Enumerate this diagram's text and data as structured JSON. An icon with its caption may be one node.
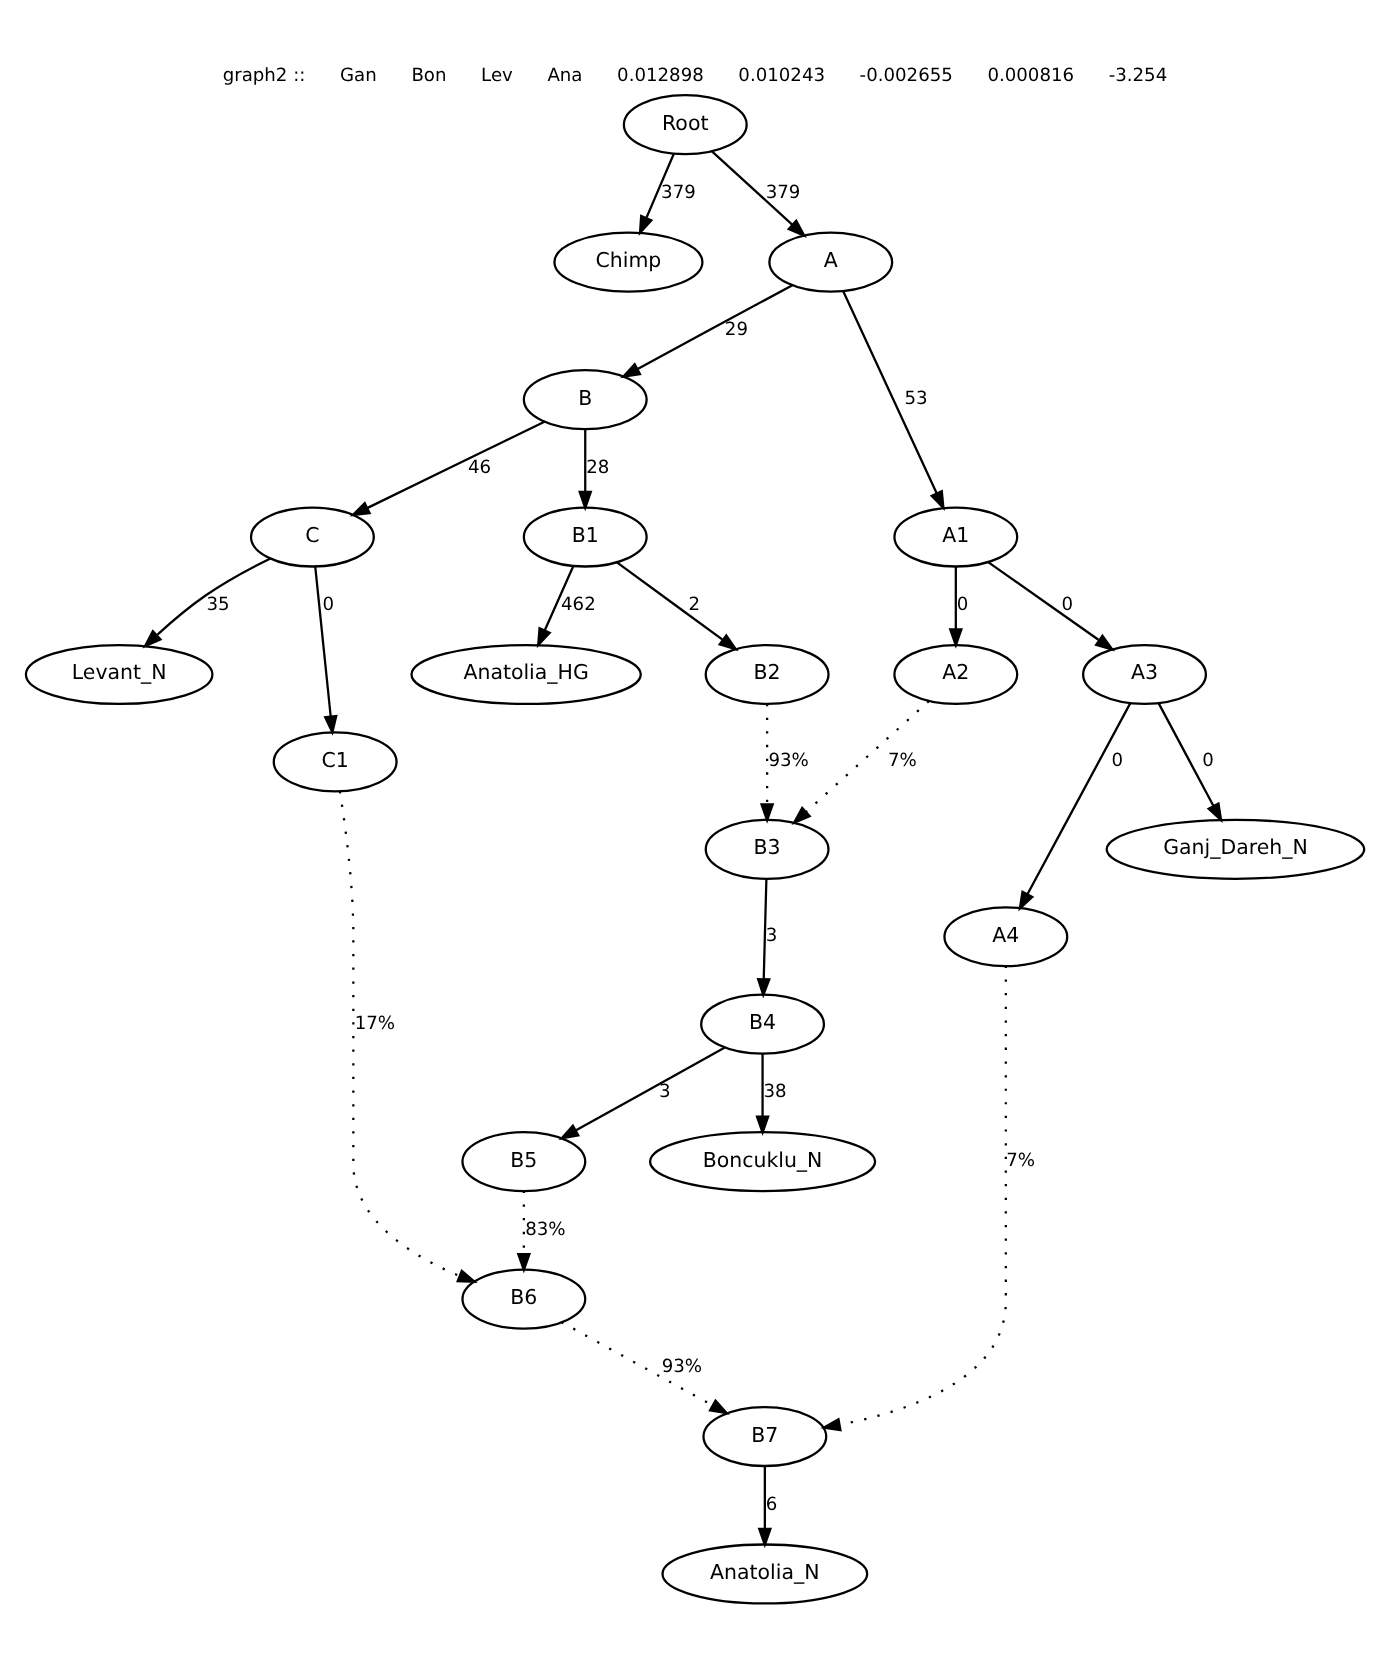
{
  "diagram": {
    "title": "graph2 ::      Gan      Bon      Lev      Ana      0.012898      0.010243      -0.002655      0.000816      -3.254",
    "nodes": [
      {
        "text": [
          "Root"
        ]
      },
      {
        "text": [
          "Chimp"
        ]
      },
      {
        "text": [
          "A"
        ]
      },
      {
        "text": [
          "B"
        ]
      },
      {
        "text": [
          "A1"
        ]
      },
      {
        "text": [
          "B1"
        ]
      },
      {
        "text": [
          "C"
        ]
      },
      {
        "text": [
          "A3"
        ]
      },
      {
        "text": [
          "A2"
        ]
      },
      {
        "text": [
          "B2"
        ]
      },
      {
        "text": [
          "Anatolia_HG"
        ]
      },
      {
        "text": [
          "Levant_N"
        ]
      },
      {
        "text": [
          "C1"
        ]
      },
      {
        "text": [
          "Ganj_Dareh_N"
        ]
      },
      {
        "text": [
          "B3"
        ]
      },
      {
        "text": [
          "A4"
        ]
      },
      {
        "text": [
          "B4"
        ]
      },
      {
        "text": [
          "B5"
        ]
      },
      {
        "text": [
          "Boncuklu_N"
        ]
      },
      {
        "text": [
          "B6"
        ]
      },
      {
        "text": [
          "B7"
        ]
      },
      {
        "text": [
          "Anatolia_N"
        ]
      }
    ],
    "edges": [
      {
        "from": 0,
        "to": 1,
        "arrow": "to",
        "label": "379"
      },
      {
        "from": 0,
        "to": 2,
        "arrow": "to",
        "label": "379"
      },
      {
        "from": 2,
        "to": 3,
        "arrow": "to",
        "label": "29"
      },
      {
        "from": 2,
        "to": 4,
        "arrow": "to",
        "label": "53"
      },
      {
        "from": 3,
        "to": 5,
        "arrow": "to",
        "label": "28"
      },
      {
        "from": 3,
        "to": 6,
        "arrow": "to",
        "label": "46"
      },
      {
        "from": 4,
        "to": 7,
        "arrow": "to",
        "label": "0"
      },
      {
        "from": 4,
        "to": 8,
        "arrow": "to",
        "label": "0"
      },
      {
        "from": 5,
        "to": 9,
        "arrow": "to",
        "label": "2"
      },
      {
        "from": 5,
        "to": 10,
        "arrow": "to",
        "label": "462"
      },
      {
        "from": 6,
        "to": 12,
        "arrow": "to",
        "label": "0"
      },
      {
        "from": 6,
        "to": 11,
        "arrow": "to",
        "label": "35"
      },
      {
        "from": 7,
        "to": 13,
        "arrow": "to",
        "label": "0"
      },
      {
        "from": 7,
        "to": 15,
        "arrow": "to",
        "label": "0"
      },
      {
        "from": 8,
        "to": 14,
        "arrow": "to",
        "label": "7%",
        "style": "dashed"
      },
      {
        "from": 9,
        "to": 14,
        "arrow": "to",
        "label": "93%",
        "style": "dashed"
      },
      {
        "from": 14,
        "to": 16,
        "arrow": "to",
        "label": "3"
      },
      {
        "from": 16,
        "to": 17,
        "arrow": "to",
        "label": "3"
      },
      {
        "from": 16,
        "to": 18,
        "arrow": "to",
        "label": "38"
      },
      {
        "from": 17,
        "to": 19,
        "arrow": "to",
        "label": "83%",
        "style": "dashed"
      },
      {
        "from": 12,
        "to": 19,
        "arrow": "to",
        "label": "17%",
        "style": "dashed"
      },
      {
        "from": 15,
        "to": 20,
        "arrow": "to",
        "label": "7%",
        "style": "dashed"
      },
      {
        "from": 19,
        "to": 20,
        "arrow": "to",
        "label": "93%",
        "style": "dashed"
      },
      {
        "from": 20,
        "to": 21,
        "arrow": "to",
        "label": "6"
      }
    ]
  }
}
